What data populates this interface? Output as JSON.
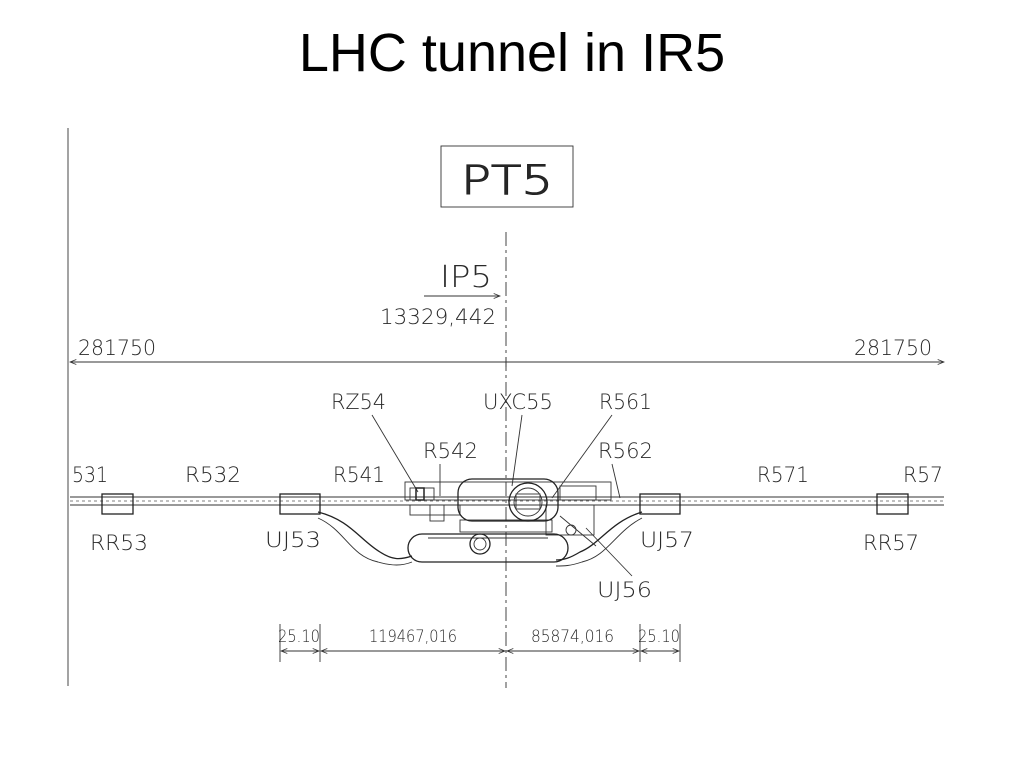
{
  "title": "LHC tunnel in IR5",
  "drawing": {
    "point_label": "PT5",
    "ip_label": "IP5",
    "ip_distance": "13329,442",
    "total_left": "281750",
    "total_right": "281750",
    "top_labels": {
      "rz54": "RZ54",
      "uxc55": "UXC55",
      "r561": "R561",
      "r542": "R542",
      "r562": "R562",
      "s531": "531",
      "r532": "R532",
      "r541": "R541",
      "r571": "R571",
      "r57": "R57"
    },
    "bottom_labels": {
      "rr53": "RR53",
      "uj53": "UJ53",
      "uj57": "UJ57",
      "rr57": "RR57",
      "uj56": "UJ56"
    },
    "dimensions": {
      "left_small": "25.10",
      "left_long": "119467,016",
      "right_long": "85874,016",
      "right_small": "25.10"
    }
  }
}
